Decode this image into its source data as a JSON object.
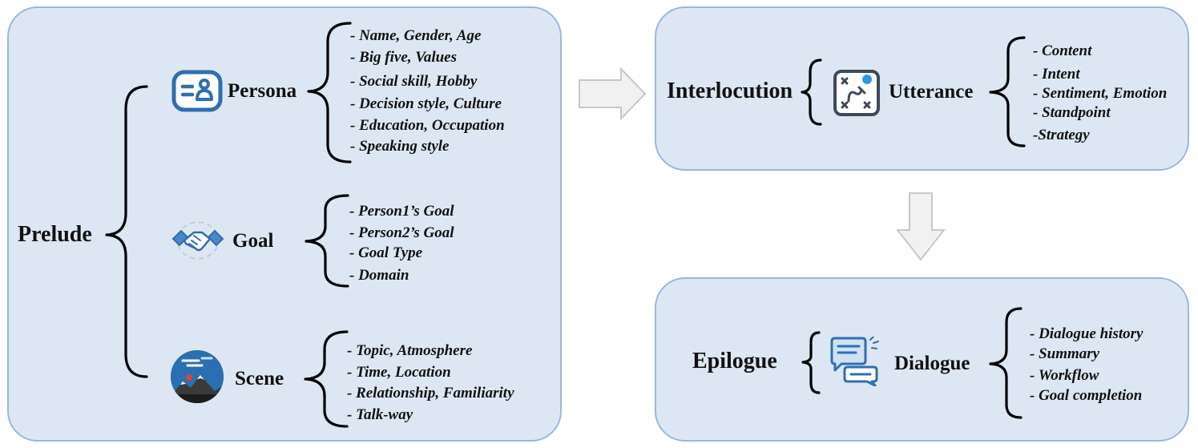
{
  "prelude": {
    "title": "Prelude",
    "persona": {
      "label": "Persona",
      "icon": "id-card-icon",
      "items": [
        "- Name, Gender, Age",
        "- Big five, Values",
        "- Social skill,  Hobby",
        "- Decision style, Culture",
        "- Education, Occupation",
        "- Speaking style"
      ]
    },
    "goal": {
      "label": "Goal",
      "icon": "handshake-icon",
      "items": [
        "- Person1’s Goal",
        "- Person2’s Goal",
        "- Goal Type",
        "- Domain"
      ]
    },
    "scene": {
      "label": "Scene",
      "icon": "mountain-scene-icon",
      "items": [
        "- Topic, Atmosphere",
        "- Time, Location",
        "- Relationship, Familiarity",
        "- Talk-way"
      ]
    }
  },
  "interlocution": {
    "title": "Interlocution",
    "utterance": {
      "label": "Utterance",
      "icon": "strategy-board-icon",
      "items": [
        "- Content",
        "- Intent",
        "- Sentiment, Emotion",
        "- Standpoint",
        "-Strategy"
      ]
    }
  },
  "epilogue": {
    "title": "Epilogue",
    "dialogue": {
      "label": "Dialogue",
      "icon": "chat-bubbles-icon",
      "items": [
        "- Dialogue history",
        "- Summary",
        "- Workflow",
        "- Goal completion"
      ]
    }
  },
  "colors": {
    "panel_fill": "#dde7f3",
    "panel_border": "#9db7d8",
    "icon_blue": "#2f6fb0",
    "arrow_fill": "#f1f1f1",
    "arrow_stroke": "#c8c8c8"
  }
}
